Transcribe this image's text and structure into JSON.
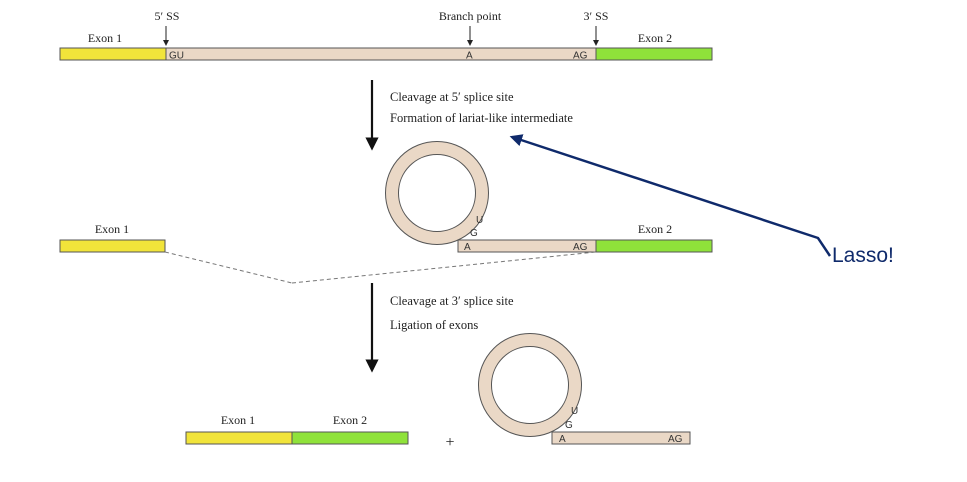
{
  "labels": {
    "ss5": "5′ SS",
    "branch_point": "Branch point",
    "ss3": "3′ SS",
    "exon1": "Exon 1",
    "exon2": "Exon 2",
    "gu": "GU",
    "a": "A",
    "ag": "AG",
    "u": "U",
    "g": "G",
    "plus": "+"
  },
  "step1": {
    "line1": "Cleavage at 5′ splice site",
    "line2": "Formation of lariat-like intermediate"
  },
  "step2": {
    "line1": "Cleavage at 3′ splice site",
    "line2": "Ligation of exons"
  },
  "callout": {
    "text": "Lasso!"
  },
  "colors": {
    "exon1": "#f1e43a",
    "exon2": "#8fe23a",
    "intron": "#ead8c6",
    "callout_arrow": "#0f2a6b"
  }
}
